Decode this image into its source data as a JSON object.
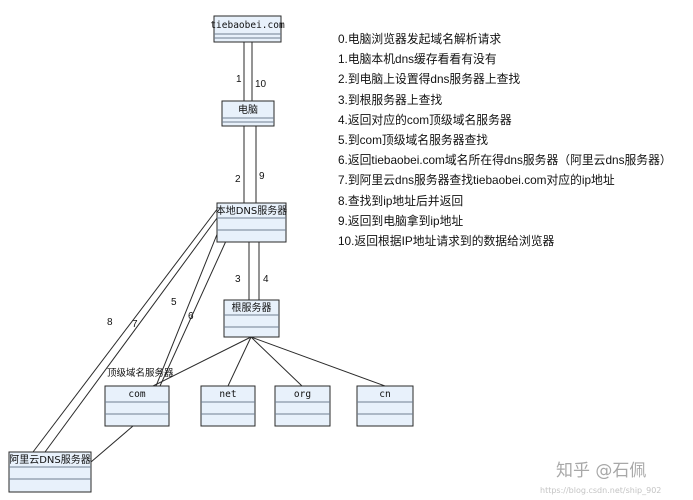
{
  "diagram": {
    "nodes": {
      "site": "tiebaobei.com",
      "pc": "电脑",
      "local_dns": "本地DNS服务器",
      "root": "根服务器",
      "com": "com",
      "net": "net",
      "org": "org",
      "cn": "cn",
      "aliyun": "阿里云DNS服务器"
    },
    "tld_caption": "顶级域名服务器",
    "edge_labels": {
      "e1": "1",
      "e10": "10",
      "e2": "2",
      "e9": "9",
      "e3": "3",
      "e4": "4",
      "e5": "5",
      "e6": "6",
      "e7": "7",
      "e8": "8"
    }
  },
  "steps": [
    "0.电脑浏览器发起域名解析请求",
    "1.电脑本机dns缓存看看有没有",
    "2.到电脑上设置得dns服务器上查找",
    "3.到根服务器上查找",
    "4.返回对应的com顶级域名服务器",
    "5.到com顶级域名服务器查找",
    "6.返回tiebaobei.com域名所在得dns服务器（阿里云dns服务器）",
    "7.到阿里云dns服务器查找tiebaobei.com对应的ip地址",
    "8.查找到ip地址后并返回",
    "9.返回到电脑拿到ip地址",
    "10.返回根据IP地址请求到的数据给浏览器"
  ],
  "watermark": {
    "text": "知乎 @石佩",
    "url": "https://blog.csdn.net/ship_902"
  }
}
